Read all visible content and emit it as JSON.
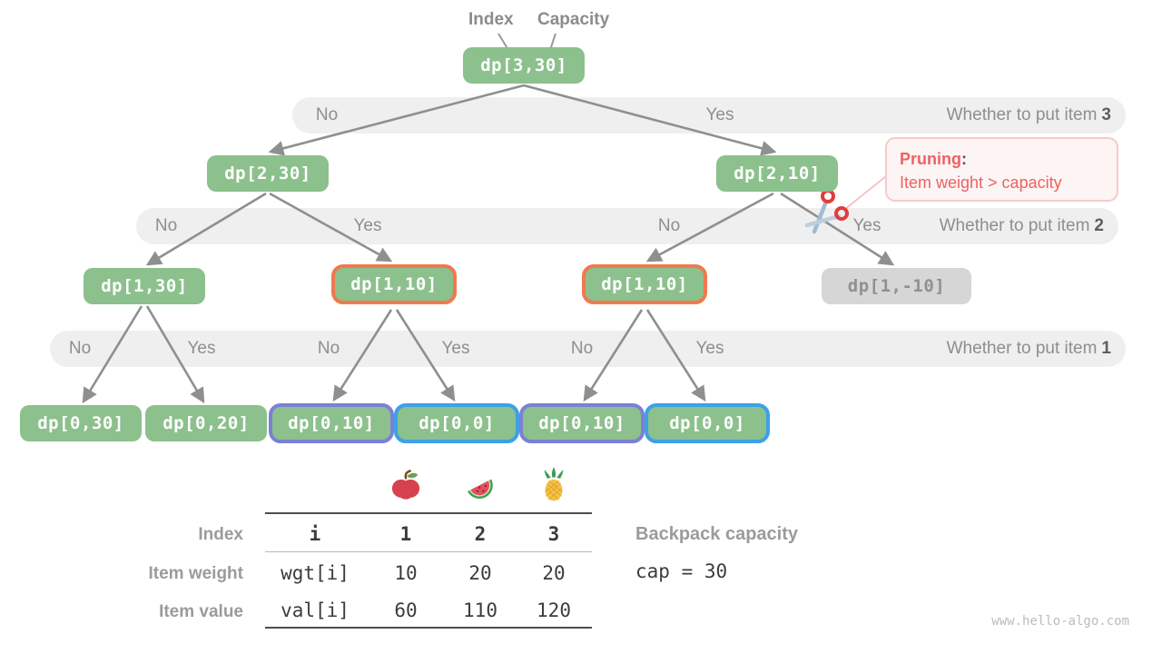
{
  "header": {
    "index_label": "Index",
    "capacity_label": "Capacity"
  },
  "tree": {
    "nodes": [
      {
        "label": "dp[3,30]",
        "style": "green"
      },
      {
        "label": "dp[2,30]",
        "style": "green"
      },
      {
        "label": "dp[2,10]",
        "style": "green"
      },
      {
        "label": "dp[1,30]",
        "style": "green"
      },
      {
        "label": "dp[1,10]",
        "style": "orange-border"
      },
      {
        "label": "dp[1,10]",
        "style": "orange-border"
      },
      {
        "label": "dp[1,-10]",
        "style": "gray-disabled"
      },
      {
        "label": "dp[0,30]",
        "style": "green"
      },
      {
        "label": "dp[0,20]",
        "style": "green"
      },
      {
        "label": "dp[0,10]",
        "style": "purple-border"
      },
      {
        "label": "dp[0,0]",
        "style": "blue-border"
      },
      {
        "label": "dp[0,10]",
        "style": "purple-border"
      },
      {
        "label": "dp[0,0]",
        "style": "blue-border"
      }
    ],
    "bands": [
      {
        "prefix": "Whether to put item",
        "item": "3",
        "labels": [
          "No",
          "Yes"
        ]
      },
      {
        "prefix": "Whether to put item",
        "item": "2",
        "labels": [
          "No",
          "Yes",
          "No",
          "Yes"
        ]
      },
      {
        "prefix": "Whether to put item",
        "item": "1",
        "labels": [
          "No",
          "Yes",
          "No",
          "Yes",
          "No",
          "Yes"
        ]
      }
    ]
  },
  "pruning": {
    "title": "Pruning",
    "colon": ":",
    "description": "Item weight > capacity"
  },
  "items_table": {
    "row_headers": [
      "Index",
      "Item weight",
      "Item value"
    ],
    "fruits": [
      "apple-icon",
      "watermelon-icon",
      "pineapple-icon"
    ],
    "index_row": {
      "label": "i",
      "values": [
        "1",
        "2",
        "3"
      ]
    },
    "weight_row": {
      "label": "wgt[i]",
      "values": [
        "10",
        "20",
        "20"
      ]
    },
    "value_row": {
      "label": "val[i]",
      "values": [
        "60",
        "110",
        "120"
      ]
    }
  },
  "capacity": {
    "label": "Backpack capacity",
    "code": "cap = 30"
  },
  "page": {
    "watermark": "www.hello-algo.com"
  },
  "colors": {
    "node_green": "#8cc08c",
    "pruned_gray": "#d6d6d6",
    "highlight_orange": "#f0794f",
    "highlight_purple": "#7c80d5",
    "highlight_blue": "#3da0e8",
    "pruning_red": "#ed6262",
    "band_gray": "#efefef"
  }
}
